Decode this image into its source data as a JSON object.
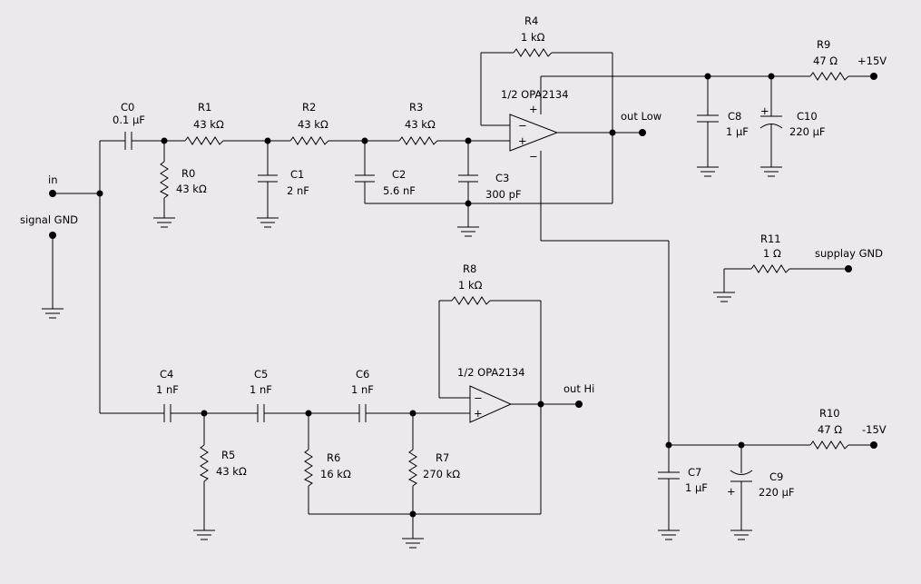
{
  "diagram": {
    "components": {
      "C0": {
        "ref": "C0",
        "value": "0.1 µF"
      },
      "R1": {
        "ref": "R1",
        "value": "43 kΩ"
      },
      "R2": {
        "ref": "R2",
        "value": "43 kΩ"
      },
      "R3": {
        "ref": "R3",
        "value": "43 kΩ"
      },
      "R4": {
        "ref": "R4",
        "value": "1 kΩ"
      },
      "R0": {
        "ref": "R0",
        "value": "43 kΩ"
      },
      "C1": {
        "ref": "C1",
        "value": "2 nF"
      },
      "C2": {
        "ref": "C2",
        "value": "5.6 nF"
      },
      "C3": {
        "ref": "C3",
        "value": "300 pF"
      },
      "U1": {
        "ref": "1/2 OPA2134"
      },
      "R9": {
        "ref": "R9",
        "value": "47 Ω"
      },
      "C8": {
        "ref": "C8",
        "value": "1 µF"
      },
      "C10": {
        "ref": "C10",
        "value": "220 µF"
      },
      "R11": {
        "ref": "R11",
        "value": "1 Ω"
      },
      "R8": {
        "ref": "R8",
        "value": "1 kΩ"
      },
      "U2": {
        "ref": "1/2 OPA2134"
      },
      "C4": {
        "ref": "C4",
        "value": "1 nF"
      },
      "C5": {
        "ref": "C5",
        "value": "1 nF"
      },
      "C6": {
        "ref": "C6",
        "value": "1 nF"
      },
      "R5": {
        "ref": "R5",
        "value": "43 kΩ"
      },
      "R6": {
        "ref": "R6",
        "value": "16 kΩ"
      },
      "R7": {
        "ref": "R7",
        "value": "270 kΩ"
      },
      "R10": {
        "ref": "R10",
        "value": "47 Ω"
      },
      "C7": {
        "ref": "C7",
        "value": "1 µF"
      },
      "C9": {
        "ref": "C9",
        "value": "220 µF"
      }
    },
    "terminals": {
      "in": "in",
      "signal_gnd": "signal GND",
      "out_low": "out Low",
      "out_hi": "out Hi",
      "pos_supply": "+15V",
      "neg_supply": "-15V",
      "supply_gnd": "supplay GND"
    },
    "symbols": {
      "plus": "+",
      "minus": "−"
    }
  }
}
